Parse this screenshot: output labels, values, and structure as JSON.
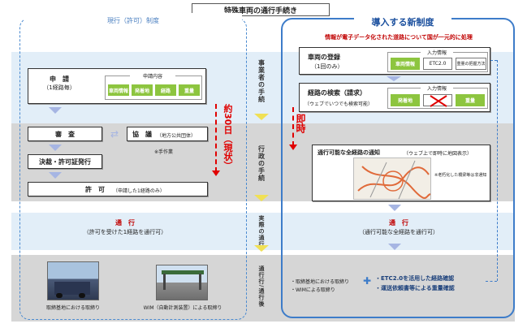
{
  "title": "特殊車両の通行手続き",
  "left_header": "現行（許可）制度",
  "right_header": "導入する新制度",
  "right_note": "情報が電子データ化された道路について国が一元的に処理",
  "columns": {
    "business": "事業者の手続",
    "admin": "行政の手続",
    "traffic": "実際の通行",
    "after": "通行行/通行後"
  },
  "left": {
    "apply_title": "申　請",
    "apply_sub": "（1経路毎）",
    "apply_contents_label": "申請内容",
    "apply_items": [
      "車両情報",
      "発着地",
      "経路",
      "重量"
    ],
    "review": "審　査",
    "consult": "協　議",
    "consult_sub": "（地方公共団体）",
    "manual_note": "※手作業",
    "decision": "決裁・許可証発行",
    "permit": "許　可",
    "permit_sub": "（申請した1経路のみ）",
    "days_label": "約30日（現状）",
    "traffic": "通　行",
    "traffic_sub": "（許可を受けた1経路を通行可）",
    "photo1_caption": "取締基地における取締り",
    "photo2_caption": "WIM（自動計測装置）による取締り"
  },
  "right": {
    "register_title": "車両の登録",
    "register_sub": "（1回のみ）",
    "input_label": "入力情報",
    "register_items": [
      "車両情報",
      "ETC2.0",
      "重量の把握方法"
    ],
    "search_title": "経路の検索（請求）",
    "search_sub": "（ウェブでいつでも検索可能）",
    "search_items": [
      "発着地",
      "",
      "重量"
    ],
    "immediate": "即時",
    "notify": "通行可能な全経路の通知",
    "notify_sub": "（ウェブ上で即時に地図表示）",
    "map_note": "※老朽化した橋梁等は非通知",
    "traffic": "通　行",
    "traffic_sub": "（通行可能な全経路を通行可）",
    "enf_items": [
      "・取締基地における取締り",
      "・WIMによる取締り"
    ],
    "etc_check": "・ETC2.0を活用した経路確認",
    "weight_check": "・運送依頼書等による重量確認"
  }
}
